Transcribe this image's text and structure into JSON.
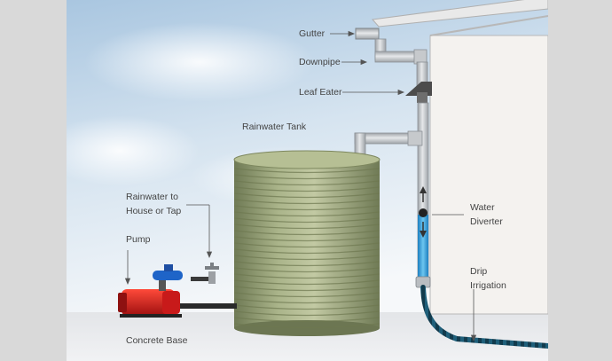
{
  "labels": {
    "gutter": "Gutter",
    "downpipe": "Downpipe",
    "leaf_eater": "Leaf Eater",
    "rainwater_tank": "Rainwater Tank",
    "rainwater_to_house_line1": "Rainwater to",
    "rainwater_to_house_line2": "House or Tap",
    "pump": "Pump",
    "water_diverter_line1": "Water",
    "water_diverter_line2": "Diverter",
    "drip_irrigation_line1": "Drip",
    "drip_irrigation_line2": "Irrigation",
    "concrete_base": "Concrete Base"
  },
  "colors": {
    "sky_top": "#a9c6e0",
    "tank": "#9aa57c",
    "diverter_water": "#3fa9e0",
    "pump": "#d21f1f",
    "leader_line": "#555555",
    "side_panel": "#d9d9d9"
  }
}
